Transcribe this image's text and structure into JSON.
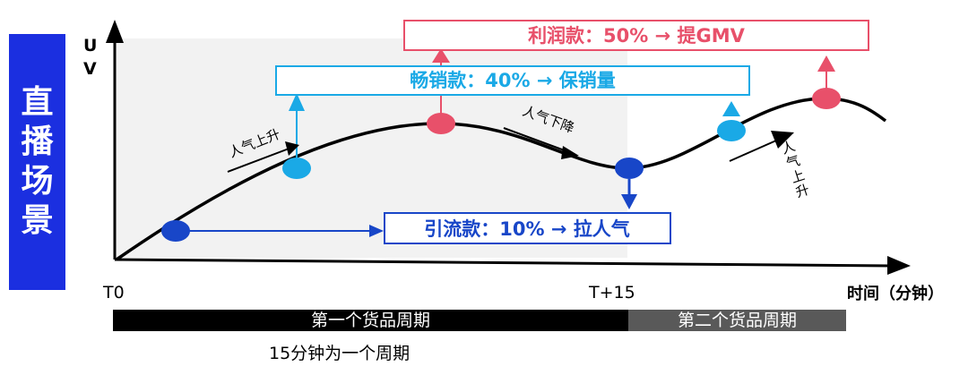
{
  "side_title": "直播场景",
  "axis": {
    "y_label": "U\nV",
    "x_label": "时间（分钟）",
    "tick_start": "T0",
    "tick_mid": "T+15"
  },
  "boxes": {
    "profit": "利润款：50% → 提GMV",
    "bestseller": "畅销款：40% → 保销量",
    "traffic": "引流款：10% → 拉人气"
  },
  "annotations": {
    "rise1": "人气上升",
    "fall": "人气下降",
    "rise2": "人气上升"
  },
  "cycles": {
    "first": "第一个货品周期",
    "second": "第二个货品周期",
    "note": "15分钟为一个周期"
  },
  "colors": {
    "side": "#1b2fe0",
    "profit": "#e8506a",
    "bestseller": "#1aa9e6",
    "traffic": "#1846c8",
    "cycle1": "#000000",
    "cycle2": "#595959",
    "shade": "#f2f2f2"
  }
}
